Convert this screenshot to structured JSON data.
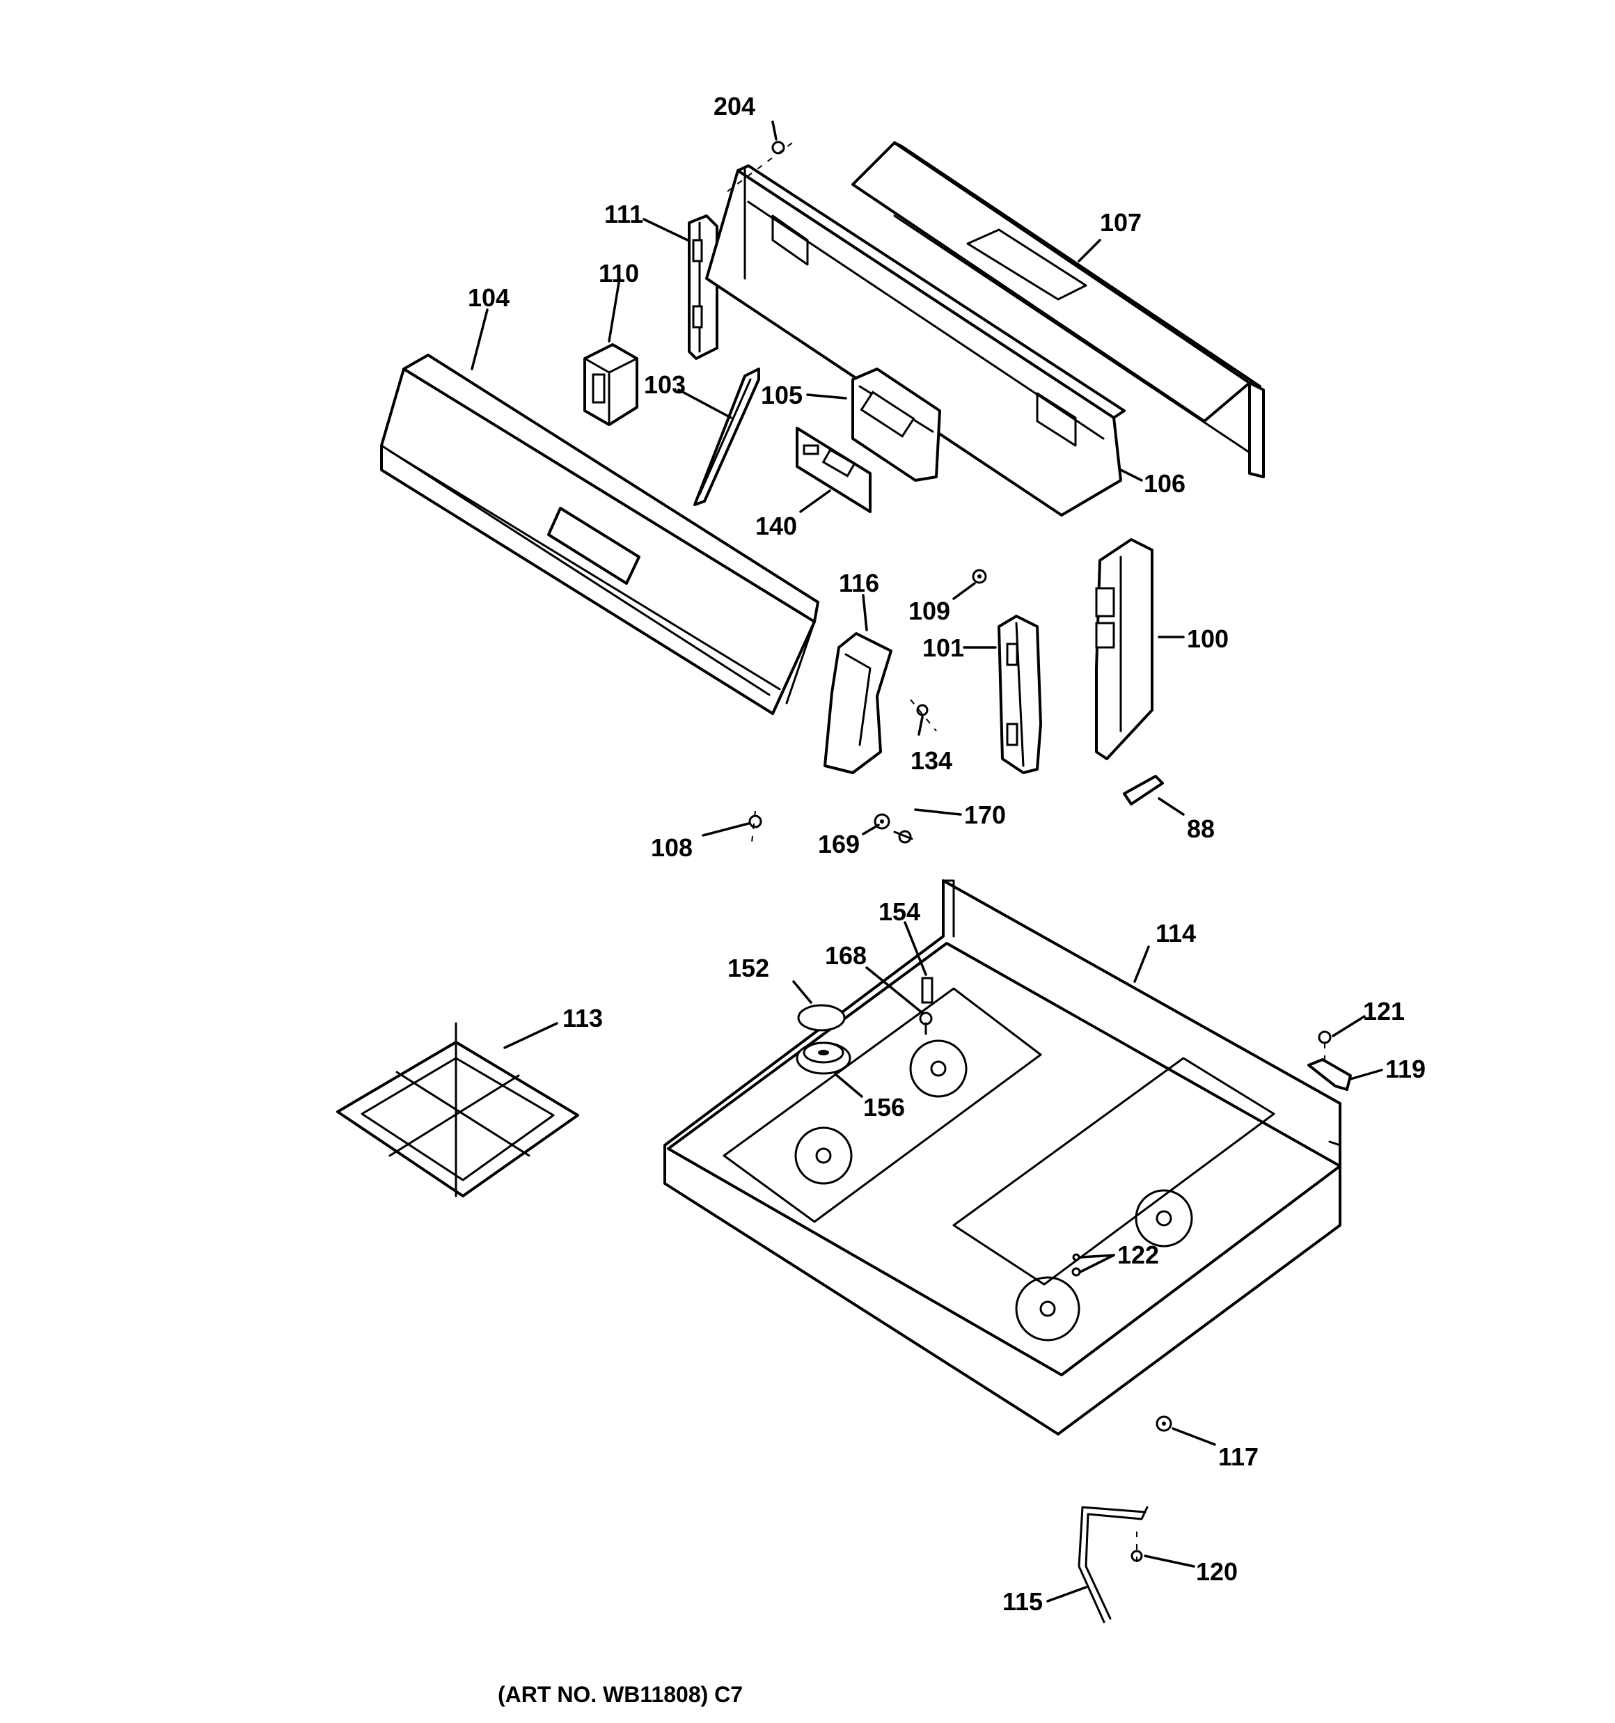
{
  "diagram": {
    "art_number": "(ART NO. WB11808) C7",
    "callouts": {
      "c204": "204",
      "c111": "111",
      "c110": "110",
      "c107": "107",
      "c104": "104",
      "c103": "103",
      "c105": "105",
      "c106": "106",
      "c140": "140",
      "c116": "116",
      "c109": "109",
      "c101": "101",
      "c100": "100",
      "c134": "134",
      "c108": "108",
      "c169": "169",
      "c170": "170",
      "c88": "88",
      "c154": "154",
      "c114": "114",
      "c152": "152",
      "c168": "168",
      "c113": "113",
      "c121": "121",
      "c119": "119",
      "c156": "156",
      "c122": "122",
      "c117": "117",
      "c120": "120",
      "c115": "115"
    }
  }
}
